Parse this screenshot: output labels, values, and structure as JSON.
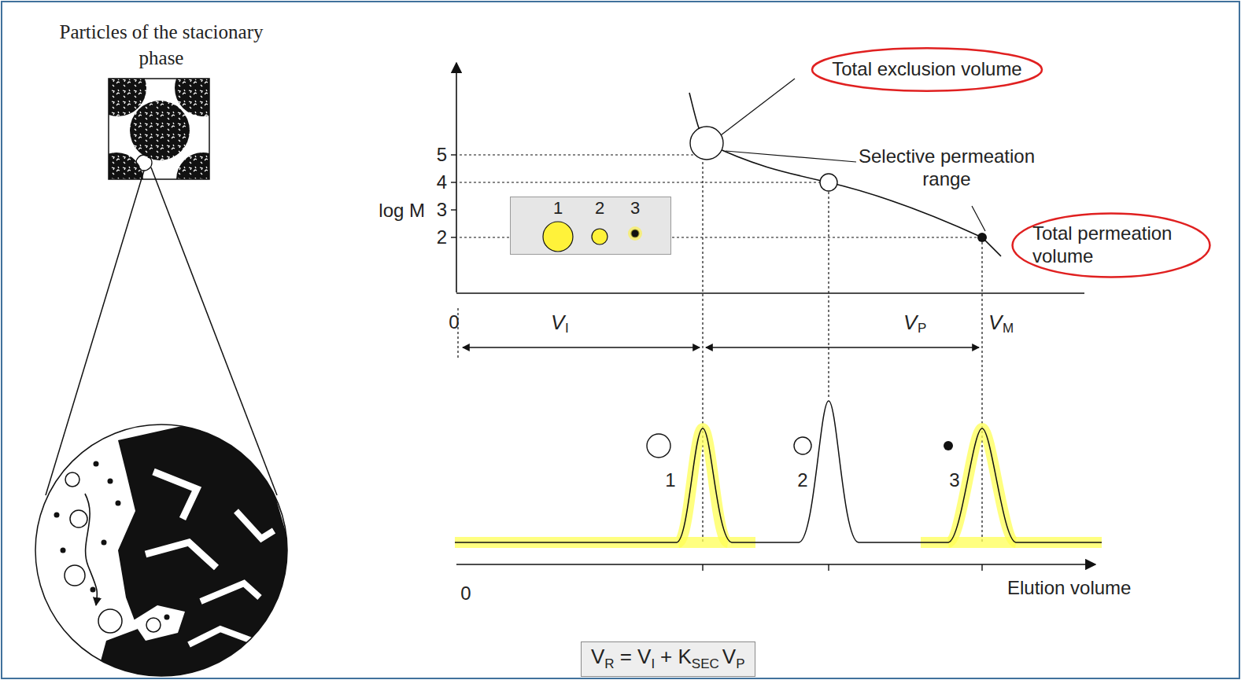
{
  "diagram": {
    "nodes": [
      {
        "text": [
          "Total exclusion volume"
        ]
      },
      {
        "text": [
          "1",
          "2",
          "3"
        ]
      },
      {
        "text": [
          "Total permeation volume"
        ]
      },
      {
        "text": [
          "V",
          "R",
          "= V",
          "I",
          "+ K",
          "SEC",
          "V",
          "P"
        ]
      }
    ],
    "labels": [
      "Particles of the stacionary phase",
      "Selective permeation range",
      "5",
      "4",
      "3",
      "2",
      "log M",
      "0",
      "V",
      "I",
      "V",
      "P",
      "V",
      "M",
      "1",
      "2",
      "3",
      "0",
      "Elution volume"
    ]
  }
}
